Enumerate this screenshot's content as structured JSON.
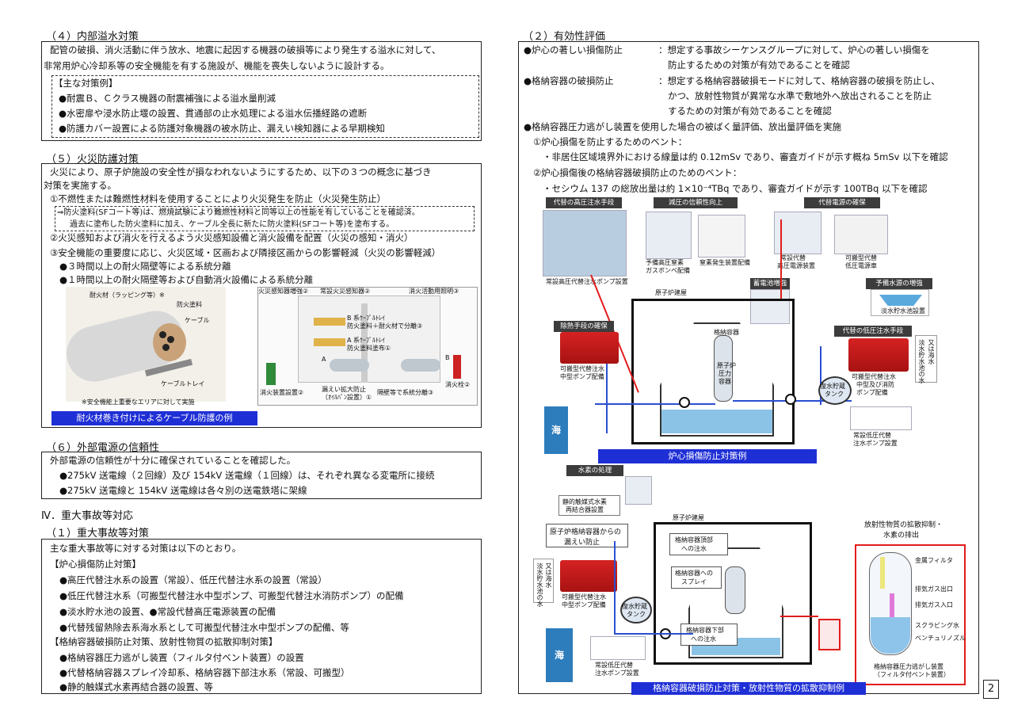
{
  "left": {
    "s4": {
      "title": "（４）内部溢水対策",
      "body1": "配管の破損、消火活動に伴う放水、地震に起因する機器の破損等により発生する溢水に対して、",
      "body2": "非常用炉心冷却系等の安全機能を有する施設が、機能を喪失しないように設計する。",
      "examples_title": "【主な対策例】",
      "examples": [
        "●耐震Ｂ、Ｃクラス機器の耐震補強による溢水量削減",
        "●水密扉や浸水防止堰の設置、貫通部の止水処理による溢水伝播経路の遮断",
        "●防護カバー設置による防護対象機器の被水防止、漏えい検知器による早期検知"
      ]
    },
    "s5": {
      "title": "（５）火災防護対策",
      "body1": "火災により、原子炉施設の安全性が損なわれないようにするため、以下の３つの概念に基づき",
      "body2": "対策を実施する。",
      "item1": "①不燃性または難燃性材料を使用することにより火災発生を防止（火災発生防止）",
      "note1": "⇒防火塗料(SFコート等)は、燃焼試験により難燃性材料と同等以上の性能を有していることを確認済。",
      "note2": "過去に塗布した防火塗料に加え、ケーブル全長に新たに防火塗料(SFコート等)を塗布する。",
      "item2": "②火災感知および消火を行えるよう火災感知設備と消火設備を配置（火災の感知・消火）",
      "item3": "③安全機能の重要度に応じ、火災区域・区画および隣接区画からの影響軽減（火災の影響軽減）",
      "bullet1": "●３時間以上の耐火隔壁等による系統分離",
      "bullet2": "●１時間以上の耐火隔壁等および自動消火設備による系統分離",
      "fig": {
        "fireproof": "耐火材（ラッピング等）※",
        "paint": "防火塗料",
        "cable": "ケーブル",
        "tray": "ケーブルトレイ",
        "note": "※安全機能上重要なエリアに対して実施",
        "caption": "耐火材巻き付けによるケーブル防護の例",
        "det2": "火災感知器増強②",
        "det_normal": "常設火災感知器②",
        "light": "消火活動用照明③",
        "btray": "B 系ｹｰﾌﾞﾙﾄﾚｲ",
        "btray2": "防火塗料＋耐火材で分離③",
        "atray": "A 系ｹｰﾌﾞﾙﾄﾚｲ",
        "atray2": "防火塗料塗布①",
        "ext": "消火装置設置②",
        "leak": "漏えい拡大防止",
        "leak2": "（ｵｲﾙﾊﾟﾝ設置）①",
        "wall": "隔壁等で系統分離③",
        "hydrant": "消火栓②",
        "a": "A",
        "b": "B"
      }
    },
    "s6": {
      "title": "（６）外部電源の信頼性",
      "body": "外部電源の信頼性が十分に確保されていることを確認した。",
      "b1": "●275kV 送電線（２回線）及び 154kV 送電線（１回線）は、それぞれ異なる変電所に接続",
      "b2": "●275kV 送電線と 154kV 送電線は各々別の送電鉄塔に架線"
    },
    "s4r": {
      "title": "Ⅳ．重大事故等対応"
    },
    "s1": {
      "title": "（１）重大事故等対策",
      "intro": "主な重大事故等に対する対策は以下のとおり。",
      "g1": "【炉心損傷防止対策】",
      "g1items": [
        "●高圧代替注水系の設置（常設）、低圧代替注水系の設置（常設）",
        "●低圧代替注水系（可搬型代替注水中型ポンプ、可搬型代替注水消防ポンプ）の配備",
        "●淡水貯水池の設置、●常設代替高圧電源装置の配備",
        "●代替残留熱除去系海水系として可搬型代替注水中型ポンプの配備、等"
      ],
      "g2": "【格納容器破損防止対策、放射性物質の拡散抑制対策】",
      "g2items": [
        "●格納容器圧力逃がし装置（フィルタ付ベント装置）の設置",
        "●代替格納容器スプレイ冷却系、格納容器下部注水系（常設、可搬型）",
        "●静的触媒式水素再結合器の設置、等"
      ]
    }
  },
  "right": {
    "title": "（２）有効性評価",
    "e1_label": "●炉心の著しい損傷防止",
    "e1_a": "：想定する事故シーケンスグループに対して、炉心の著しい損傷を",
    "e1_b": "防止するための対策が有効であることを確認",
    "e2_label": "●格納容器の破損防止",
    "e2_a": "：想定する格納容器破損モードに対して、格納容器の破損を防止し、",
    "e2_b": "かつ、放射性物質が異常な水準で敷地外へ放出されることを防止",
    "e2_c": "するための対策が有効であることを確認",
    "e3": "●格納容器圧力逃がし装置を使用した場合の被ばく量評価、放出量評価を実施",
    "v1": "①炉心損傷を防止するためのベント：",
    "v1d": "・非居住区域境界外における線量は約 0.12mSv であり、審査ガイドが示す概ね 5mSv 以下を確認",
    "v2": "②炉心損傷後の格納容器破損防止のためのベント：",
    "v2d": "・セシウム 137 の総放出量は約 1×10⁻⁴TBq であり、審査ガイドが示す 100TBq 以下を確認",
    "d1": {
      "hp": "代替の高圧注水手段",
      "hp_cap": "常設高圧代替注水ポンプ設置",
      "depr": "減圧の信頼性向上",
      "gas": "予備高圧窒素\nガスボンベ配備",
      "gas1": "予備高圧窒素",
      "gas2": "ガスボンベ配備",
      "n2": "窒素発生装置配備",
      "pw": "代替電源の確保",
      "pw1a": "常設代替",
      "pw1b": "高圧電源装置",
      "pw2a": "可搬型代替",
      "pw2b": "低圧電源車",
      "bat": "蓄電池増強",
      "res": "予備水源の増強",
      "res_cap": "淡水貯水池設置",
      "bldg": "原子炉建屋",
      "heat": "除熱手段の確保",
      "heat1": "可搬型代替注水",
      "heat2": "中型ポンプ配備",
      "lp": "代替の低圧注水手段",
      "lp1": "可搬型代替注水",
      "lp2": "中型及び消防",
      "lp3": "ポンプ配備",
      "src": "淡水貯水池の水\n又は海水",
      "src1": "淡水貯水池の水",
      "src2": "又は海水",
      "rpv": "原子炉\n圧力\n容器",
      "rpv1": "原子炉",
      "rpv2": "圧力",
      "rpv3": "容器",
      "cv": "格納容器",
      "tank1": "復水貯蔵",
      "tank2": "タンク",
      "lpc1": "常設低圧代替",
      "lpc2": "注水ポンプ設置",
      "sea": "海",
      "caption": "炉心損傷防止対策例"
    },
    "d2": {
      "h2": "水素の処理",
      "par1": "静的触媒式水素",
      "par2": "再結合器設置",
      "bldg": "原子炉建屋",
      "leak1": "原子炉格納容器からの",
      "leak2": "漏えい防止",
      "top1": "格納容器頂部",
      "top2": "への注水",
      "spray1": "格納容器への",
      "spray2": "スプレイ",
      "bottom1": "格納容器下部",
      "bottom2": "への注水",
      "pump1": "可搬型代替注水",
      "pump2": "中型ポンプ配備",
      "src1": "淡水貯水池の水",
      "src2": "又は海水",
      "tank1": "復水貯蔵",
      "tank2": "タンク",
      "lpc1": "常設低圧代替",
      "lpc2": "注水ポンプ設置",
      "sea": "海",
      "disp1": "放射性物質の拡散抑制・",
      "disp2": "水素の排出",
      "filter": "金属フィルタ",
      "out": "排気ガス出口",
      "in": "排気ガス入口",
      "scrub": "スクラビング水",
      "venturi": "ベンチュリノズル",
      "fcvs1": "格納容器圧力逃がし装置",
      "fcvs2": "（フィルタ付ベント装置）",
      "caption": "格納容器破損防止対策・放射性物質の拡散抑制例"
    },
    "page": "2"
  }
}
